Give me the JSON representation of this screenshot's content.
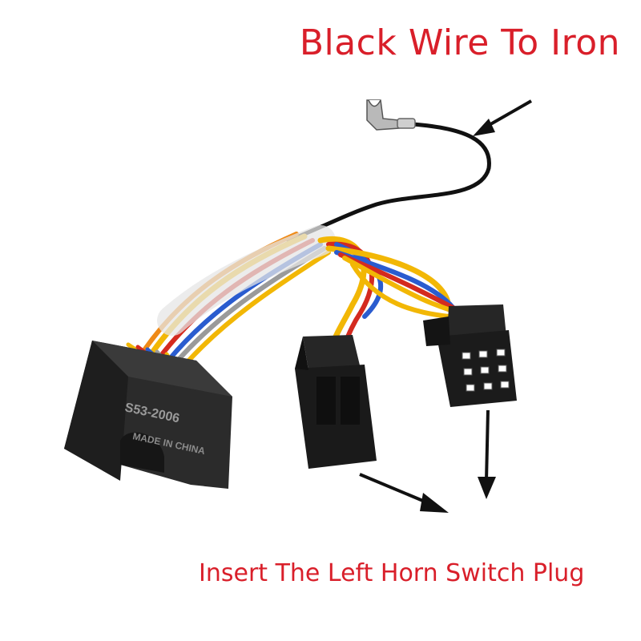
{
  "annotations": {
    "top_label": "Black Wire To Iron",
    "bottom_label": "Insert The Left Horn Switch Plug"
  },
  "module": {
    "model_text": "S53-2006",
    "origin_text": "MADE IN CHINA"
  },
  "colors": {
    "annotation": "#d91f2a",
    "arrow": "#111111",
    "module_body": "#2b2b2b",
    "connector_body": "#1a1a1a",
    "wire_black": "#111111",
    "wire_yellow": "#f2b705",
    "wire_red": "#d42a1f",
    "wire_blue": "#2a5ccf",
    "wire_gray": "#9a9a9a",
    "wire_orange": "#ef8a17"
  }
}
